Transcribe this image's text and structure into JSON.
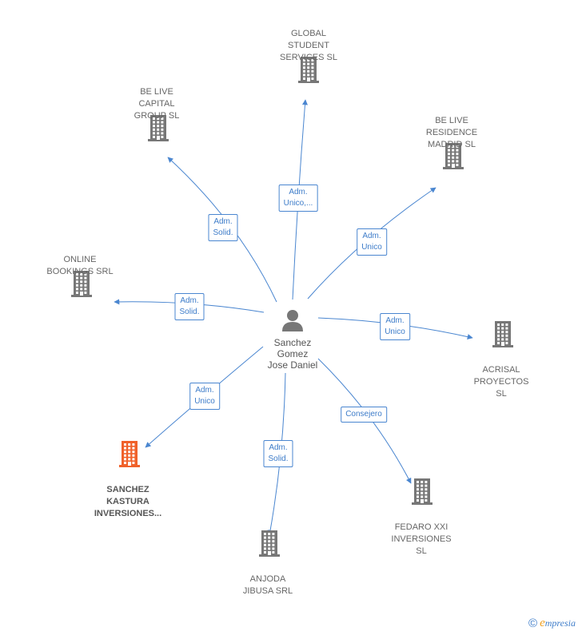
{
  "center": {
    "label": "Sanchez\nGomez\nJose Daniel",
    "icon": "person-icon"
  },
  "nodes": [
    {
      "id": "global",
      "label": "GLOBAL\nSTUDENT\nSERVICES SL",
      "icon": "building-icon",
      "highlight": false
    },
    {
      "id": "belivecap",
      "label": "BE LIVE\nCAPITAL\nGROUP  SL",
      "icon": "building-icon",
      "highlight": false
    },
    {
      "id": "beliveres",
      "label": "BE LIVE\nRESIDENCE\nMADRID  SL",
      "icon": "building-icon",
      "highlight": false
    },
    {
      "id": "online",
      "label": "ONLINE\nBOOKINGS SRL",
      "icon": "building-icon",
      "highlight": false
    },
    {
      "id": "acrisal",
      "label": "ACRISAL\nPROYECTOS\nSL",
      "icon": "building-icon",
      "highlight": false
    },
    {
      "id": "sanchez",
      "label": "SANCHEZ\nKASTURA\nINVERSIONES...",
      "icon": "building-icon",
      "highlight": true
    },
    {
      "id": "fedaro",
      "label": "FEDARO XXI\nINVERSIONES\nSL",
      "icon": "building-icon",
      "highlight": false
    },
    {
      "id": "anjoda",
      "label": "ANJODA\nJIBUSA SRL",
      "icon": "building-icon",
      "highlight": false
    }
  ],
  "edges": [
    {
      "to": "global",
      "label": "Adm.\nUnico,..."
    },
    {
      "to": "belivecap",
      "label": "Adm.\nSolid."
    },
    {
      "to": "beliveres",
      "label": "Adm.\nUnico"
    },
    {
      "to": "online",
      "label": "Adm.\nSolid."
    },
    {
      "to": "acrisal",
      "label": "Adm.\nUnico"
    },
    {
      "to": "sanchez",
      "label": "Adm.\nUnico"
    },
    {
      "to": "fedaro",
      "label": "Consejero"
    },
    {
      "to": "anjoda",
      "label": "Adm.\nSolid."
    }
  ],
  "colors": {
    "edge": "#4a86d0",
    "building": "#777777",
    "building_highlight": "#f0612a",
    "person": "#777777"
  },
  "watermark": {
    "symbol": "©",
    "brand_initial": "e",
    "brand_rest": "mpresia"
  }
}
